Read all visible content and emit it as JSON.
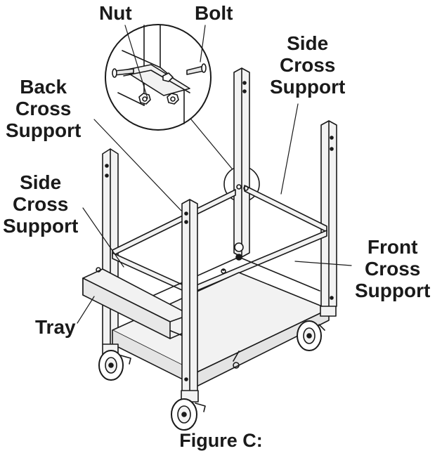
{
  "labels": {
    "nut": "Nut",
    "bolt": "Bolt",
    "side_cross_support_right": [
      "Side",
      "Cross",
      "Support"
    ],
    "back_cross_support": [
      "Back",
      "Cross",
      "Support"
    ],
    "side_cross_support_left": [
      "Side",
      "Cross",
      "Support"
    ],
    "front_cross_support": [
      "Front",
      "Cross",
      "Support"
    ],
    "tray": "Tray"
  },
  "caption": "Figure C:",
  "colors": {
    "line": "#1a1a1a",
    "metal": "#f2f2f2",
    "shadow": "#d6d6d6"
  }
}
